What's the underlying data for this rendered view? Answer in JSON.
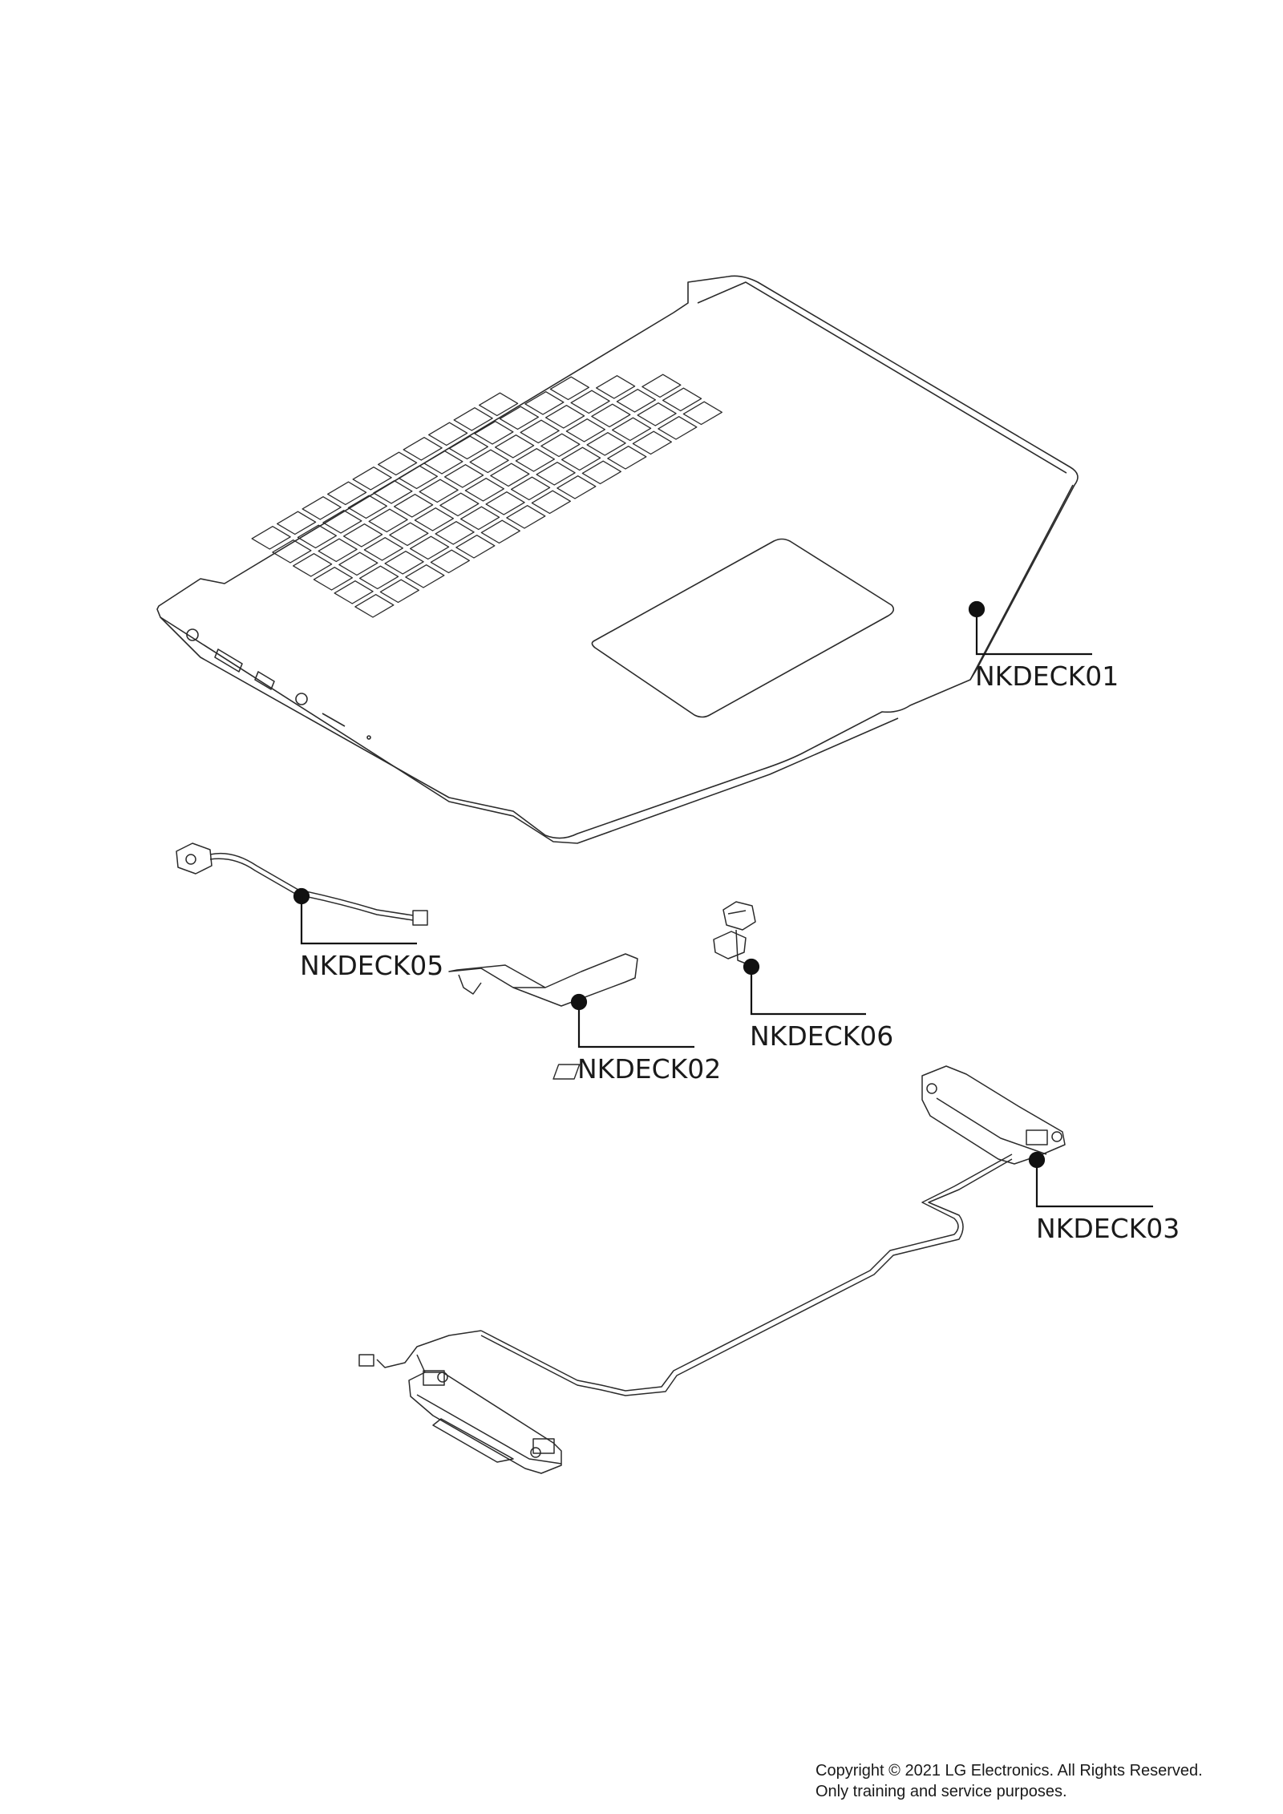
{
  "callouts": [
    {
      "id": "nkdeck01",
      "label": "NKDECK01"
    },
    {
      "id": "nkdeck05",
      "label": "NKDECK05"
    },
    {
      "id": "nkdeck02",
      "label": "NKDECK02"
    },
    {
      "id": "nkdeck06",
      "label": "NKDECK06"
    },
    {
      "id": "nkdeck03",
      "label": "NKDECK03"
    }
  ],
  "footer": {
    "line1": "Copyright © 2021 LG Electronics. All Rights Reserved.",
    "line2": "Only training and service purposes."
  },
  "colors": {
    "line": "#2b2b2b",
    "callout": "#111111",
    "background": "#ffffff"
  }
}
